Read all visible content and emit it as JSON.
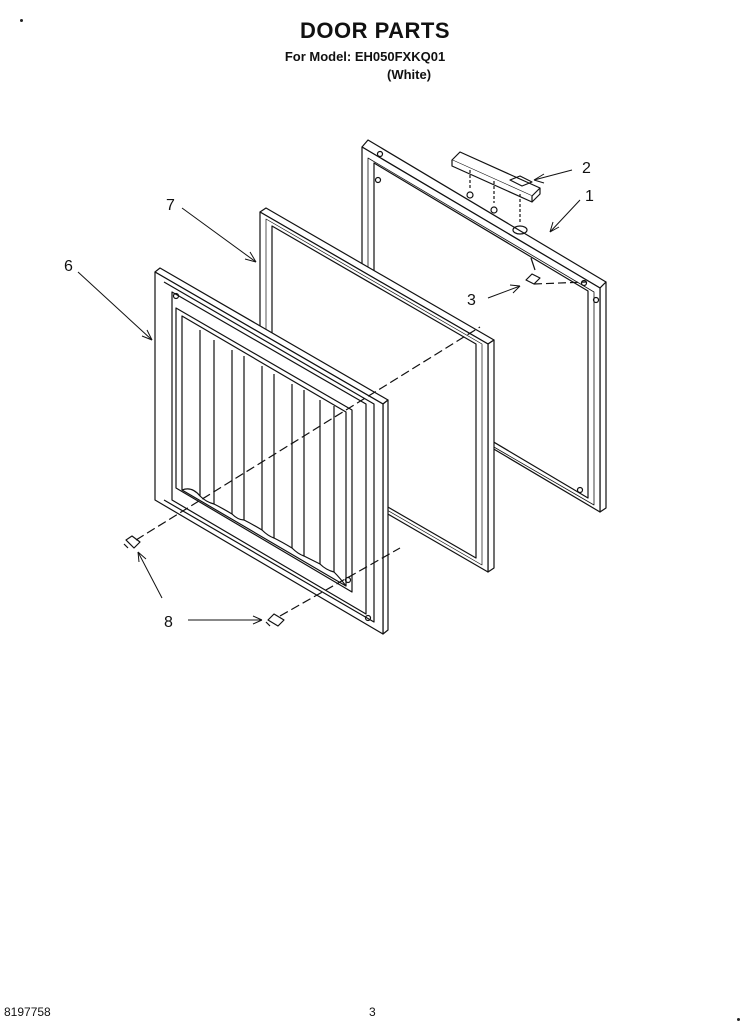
{
  "header": {
    "title": "DOOR PARTS",
    "model_line": "For Model: EH050FXKQ01",
    "variant": "(White)"
  },
  "callouts": [
    "1",
    "2",
    "3",
    "6",
    "7",
    "8"
  ],
  "footer": {
    "doc_number": "8197758",
    "page_number": "3"
  },
  "icons": [
    "door-frame",
    "handle-bracket",
    "hinge-pin",
    "door-gasket",
    "door-liner",
    "plastic-rivet"
  ],
  "colors": {
    "ink": "#111111",
    "paper": "#ffffff"
  }
}
